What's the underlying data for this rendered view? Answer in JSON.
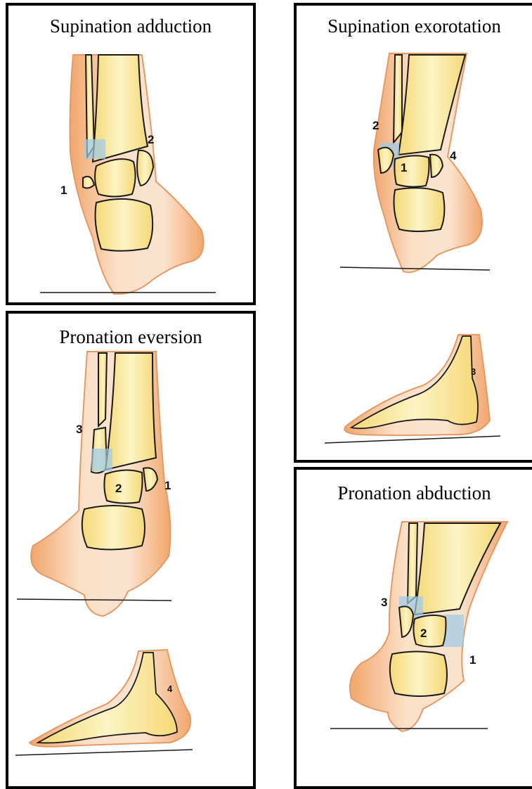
{
  "panels": {
    "supination_adduction": {
      "title": "Supination adduction",
      "labels": [
        "1",
        "2"
      ]
    },
    "supination_exorotation": {
      "title": "Supination exorotation",
      "labels": [
        "1",
        "2",
        "3",
        "4"
      ]
    },
    "pronation_eversion": {
      "title": "Pronation eversion",
      "labels": [
        "1",
        "2",
        "3",
        "4"
      ]
    },
    "pronation_abduction": {
      "title": "Pronation abduction",
      "labels": [
        "1",
        "2",
        "3"
      ]
    }
  },
  "colors": {
    "skin": "#f4b98a",
    "bone": "#fbe79a",
    "ligament": "#9ccbe8",
    "outline": "#1a1a1a"
  }
}
